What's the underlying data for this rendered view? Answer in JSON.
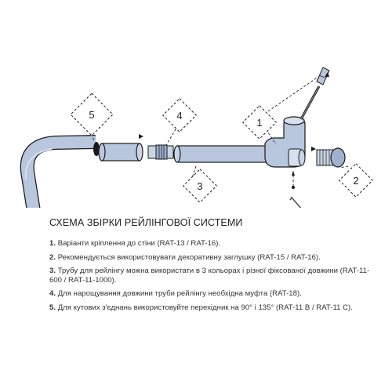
{
  "callouts": [
    {
      "num": "1",
      "part": "wall-mount"
    },
    {
      "num": "2",
      "part": "decorative-end-cap"
    },
    {
      "num": "3",
      "part": "rail-pipe"
    },
    {
      "num": "4",
      "part": "connector-coupling"
    },
    {
      "num": "5",
      "part": "corner-adapter"
    }
  ],
  "title": "СХЕМА ЗБІРКИ РЕЙЛІНГОВОЇ СИСТЕМИ",
  "items": [
    {
      "num": "1.",
      "text": "Варіанти кріплення до стіни (RAT-13 / RAT-16)."
    },
    {
      "num": "2.",
      "text": "Рекомендується використовувати декоративну заглушку (RAT-15 / RAT-16)."
    },
    {
      "num": "3.",
      "text": "Трубу для рейлінгу можна використати в 3 кольорах і різної фіксованої довжини (RAT-11-600 / RAT-11-1000)."
    },
    {
      "num": "4.",
      "text": "Для нарощування довжини труби рейлінгу необхідна муфта (RAT-18)."
    },
    {
      "num": "5.",
      "text": "Для кутових з'єднань використовуйте перехідник на 90° і 135° (RAT-11 В / RAT-11 С)."
    }
  ],
  "colors": {
    "pipe": "#b8c7de",
    "pipe_dark": "#8fa4c6",
    "outline": "#1a1a1a"
  }
}
